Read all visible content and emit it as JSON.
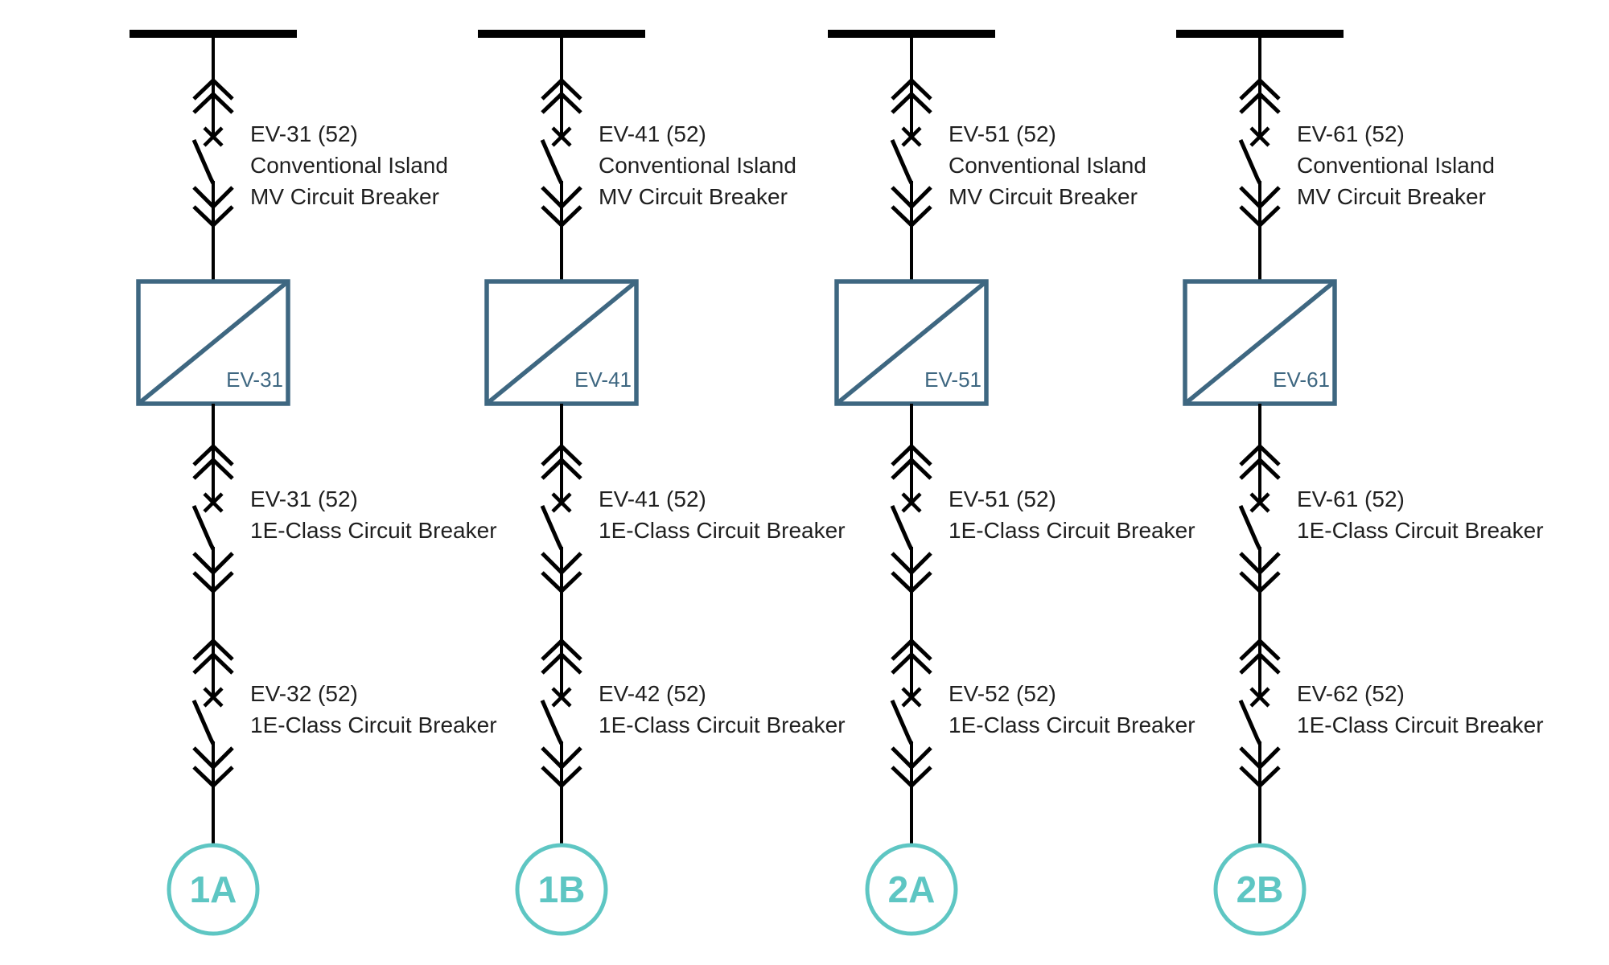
{
  "colors": {
    "line_black": "#000000",
    "transformer_blue": "#3e6781",
    "terminal_teal": "#5ec6c3",
    "label_text": "#1f1f1f"
  },
  "columns": [
    {
      "top_breaker_lines": [
        "EV-31 (52)",
        "Conventional Island",
        "MV Circuit Breaker"
      ],
      "transformer_label": "EV-31",
      "mid_breaker_lines": [
        "EV-31 (52)",
        "1E-Class Circuit Breaker"
      ],
      "bottom_breaker_lines": [
        "EV-32 (52)",
        "1E-Class Circuit Breaker"
      ],
      "terminal_label": "1A"
    },
    {
      "top_breaker_lines": [
        "EV-41 (52)",
        "Conventional Island",
        "MV Circuit Breaker"
      ],
      "transformer_label": "EV-41",
      "mid_breaker_lines": [
        "EV-41 (52)",
        "1E-Class Circuit Breaker"
      ],
      "bottom_breaker_lines": [
        "EV-42 (52)",
        "1E-Class Circuit Breaker"
      ],
      "terminal_label": "1B"
    },
    {
      "top_breaker_lines": [
        "EV-51 (52)",
        "Conventional Island",
        "MV Circuit Breaker"
      ],
      "transformer_label": "EV-51",
      "mid_breaker_lines": [
        "EV-51 (52)",
        "1E-Class Circuit Breaker"
      ],
      "bottom_breaker_lines": [
        "EV-52 (52)",
        "1E-Class Circuit Breaker"
      ],
      "terminal_label": "2A"
    },
    {
      "top_breaker_lines": [
        "EV-61 (52)",
        "Conventional Island",
        "MV Circuit Breaker"
      ],
      "transformer_label": "EV-61",
      "mid_breaker_lines": [
        "EV-61 (52)",
        "1E-Class Circuit Breaker"
      ],
      "bottom_breaker_lines": [
        "EV-62 (52)",
        "1E-Class Circuit Breaker"
      ],
      "terminal_label": "2B"
    }
  ]
}
